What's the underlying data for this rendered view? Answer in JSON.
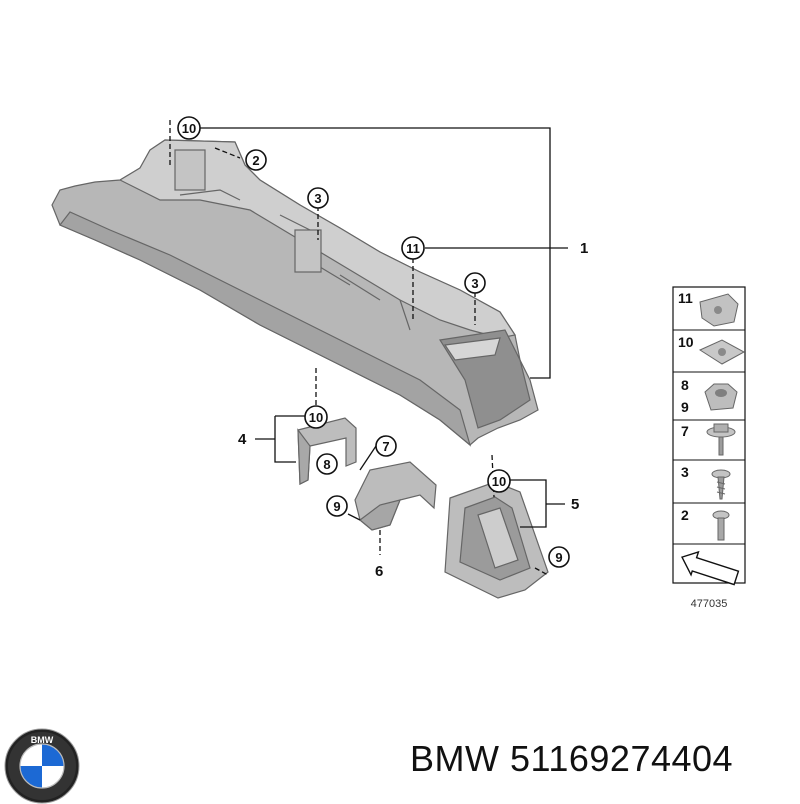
{
  "diagram": {
    "callouts": {
      "c10_top": "10",
      "c2": "2",
      "c3_a": "3",
      "c11": "11",
      "c3_b": "3",
      "c1": "1",
      "c4": "4",
      "c10_left": "10",
      "c8": "8",
      "c7": "7",
      "c9_left": "9",
      "c6": "6",
      "c10_right": "10",
      "c5": "5",
      "c9_right": "9"
    },
    "legend": {
      "rows": [
        {
          "label": "11"
        },
        {
          "label": "10"
        },
        {
          "label": "8\n9"
        },
        {
          "label": "7"
        },
        {
          "label": "3"
        },
        {
          "label": "2"
        }
      ],
      "row3_line1": "8",
      "row3_line2": "9",
      "ref_number": "477035"
    }
  },
  "footer": {
    "brand_logo_text": "BMW",
    "caption": "BMW 51169274404"
  },
  "colors": {
    "part_fill": "#b9b9b9",
    "part_shade": "#9a9a9a",
    "line": "#111111",
    "logo_blue": "#1c69d4"
  }
}
